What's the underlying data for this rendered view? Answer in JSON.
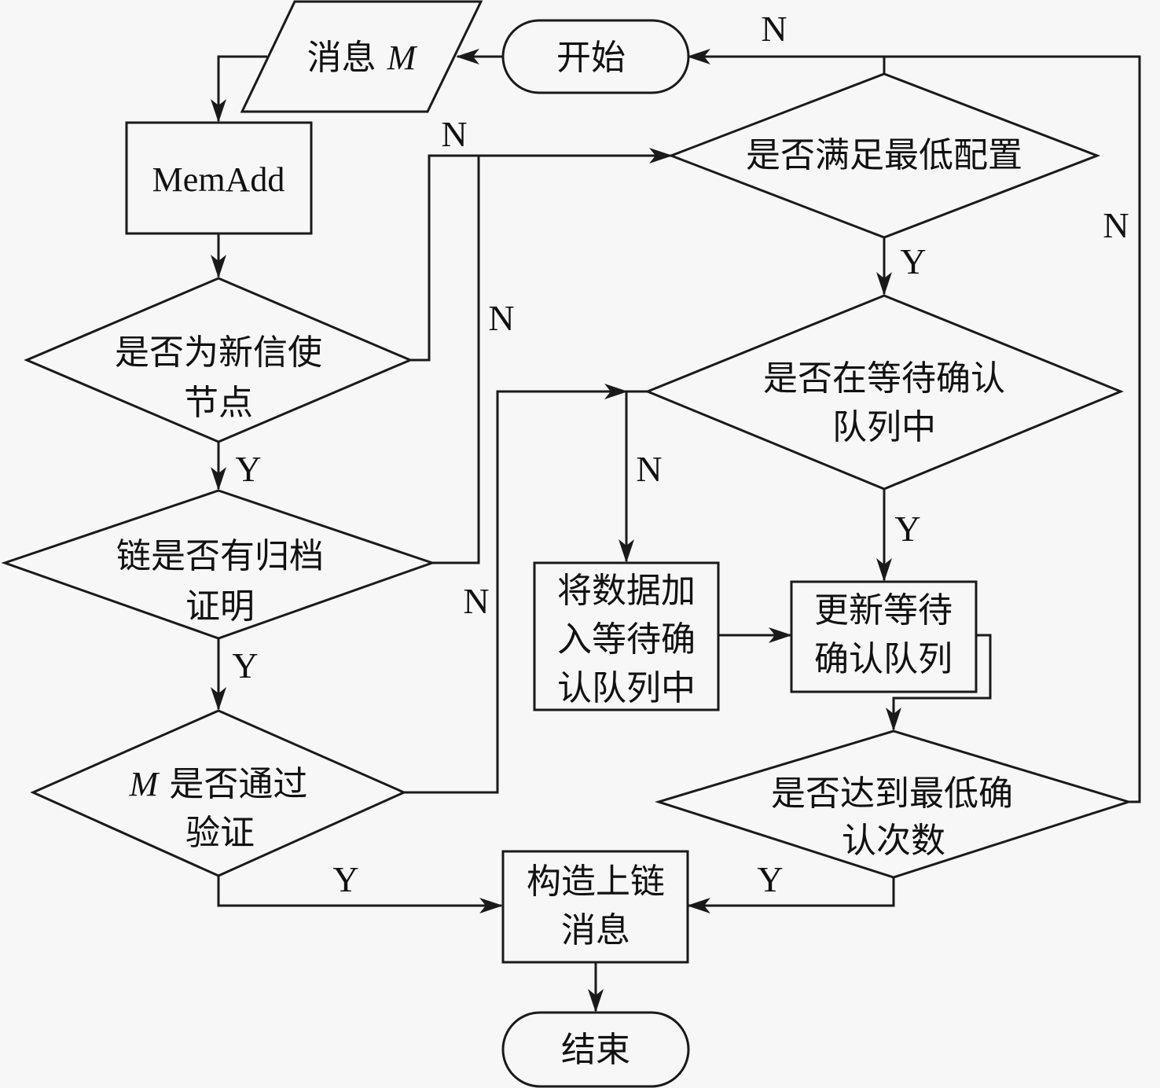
{
  "diagram": {
    "type": "flowchart",
    "nodes": {
      "start": {
        "kind": "terminal",
        "text": "开始"
      },
      "message": {
        "kind": "io",
        "text": "消息 ",
        "italic": "M"
      },
      "memadd": {
        "kind": "process",
        "text": "MemAdd"
      },
      "new_courier": {
        "kind": "decision",
        "lines": [
          "是否为新信使",
          "节点"
        ]
      },
      "archive_proof": {
        "kind": "decision",
        "lines": [
          "链是否有归档",
          "证明"
        ]
      },
      "verify": {
        "kind": "decision",
        "italic": "M",
        "lines": [
          " 是否通过",
          "验证"
        ]
      },
      "min_config": {
        "kind": "decision",
        "lines": [
          "是否满足最低配置"
        ]
      },
      "in_queue": {
        "kind": "decision",
        "lines": [
          "是否在等待确认",
          "队列中"
        ]
      },
      "add_queue": {
        "kind": "process",
        "lines": [
          "将数据加",
          "入等待确",
          "认队列中"
        ]
      },
      "update_queue": {
        "kind": "process",
        "lines": [
          "更新等待",
          "确认队列"
        ]
      },
      "min_confirm": {
        "kind": "decision",
        "lines": [
          "是否达到最低确",
          "认次数"
        ]
      },
      "build_msg": {
        "kind": "process",
        "lines": [
          "构造上链",
          "消息"
        ]
      },
      "end": {
        "kind": "terminal",
        "text": "结束"
      }
    },
    "edges": [
      {
        "from": "start",
        "to": "message",
        "label": ""
      },
      {
        "from": "message",
        "to": "memadd",
        "label": ""
      },
      {
        "from": "memadd",
        "to": "new_courier",
        "label": ""
      },
      {
        "from": "new_courier",
        "to": "archive_proof",
        "label": "Y"
      },
      {
        "from": "new_courier",
        "to": "min_config",
        "label": "N"
      },
      {
        "from": "archive_proof",
        "to": "verify",
        "label": "Y"
      },
      {
        "from": "archive_proof",
        "to": "min_config",
        "label": "N"
      },
      {
        "from": "verify",
        "to": "build_msg",
        "label": "Y"
      },
      {
        "from": "verify",
        "to": "in_queue",
        "label": "N"
      },
      {
        "from": "min_config",
        "to": "in_queue",
        "label": "Y"
      },
      {
        "from": "min_config",
        "to": "start",
        "label": "N"
      },
      {
        "from": "in_queue",
        "to": "update_queue",
        "label": "Y"
      },
      {
        "from": "in_queue",
        "to": "add_queue",
        "label": "N"
      },
      {
        "from": "add_queue",
        "to": "update_queue",
        "label": ""
      },
      {
        "from": "update_queue",
        "to": "min_confirm",
        "label": ""
      },
      {
        "from": "min_confirm",
        "to": "build_msg",
        "label": "Y"
      },
      {
        "from": "min_confirm",
        "to": "start",
        "label": "N"
      },
      {
        "from": "build_msg",
        "to": "end",
        "label": ""
      }
    ],
    "labels": {
      "yes": "Y",
      "no": "N"
    }
  }
}
